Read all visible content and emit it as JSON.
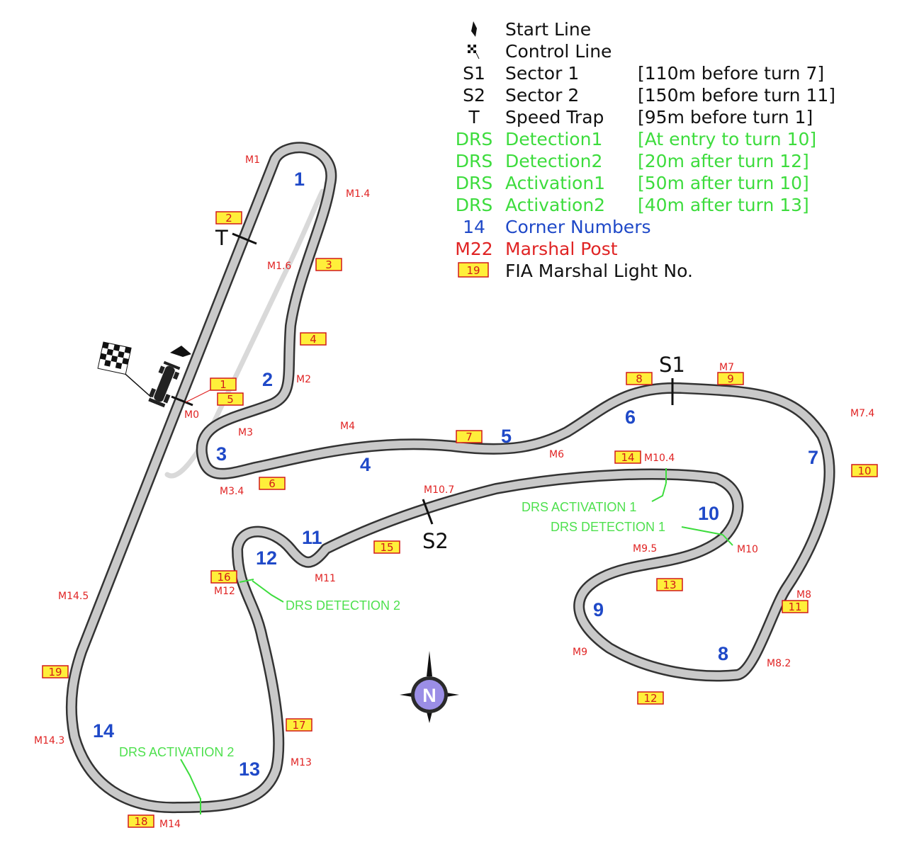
{
  "legend": [
    {
      "symbol": "",
      "icon": "start-line-icon",
      "name": "Start Line",
      "detail": "",
      "color": "#111111"
    },
    {
      "symbol": "",
      "icon": "control-line-flag-icon",
      "name": "Control Line",
      "detail": "",
      "color": "#111111"
    },
    {
      "symbol": "S1",
      "name": "Sector 1",
      "detail": "[110m before turn 7]",
      "color": "#111111"
    },
    {
      "symbol": "S2",
      "name": "Sector 2",
      "detail": "[150m before turn 11]",
      "color": "#111111"
    },
    {
      "symbol": "T",
      "name": "Speed Trap",
      "detail": "[95m before turn 1]",
      "color": "#111111"
    },
    {
      "symbol": "DRS",
      "name": "Detection1",
      "detail": "[At entry to turn 10]",
      "color": "#3ddc3d"
    },
    {
      "symbol": "DRS",
      "name": "Detection2",
      "detail": "[20m after turn 12]",
      "color": "#3ddc3d"
    },
    {
      "symbol": "DRS",
      "name": "Activation1",
      "detail": "[50m after turn 10]",
      "color": "#3ddc3d"
    },
    {
      "symbol": "DRS",
      "name": "Activation2",
      "detail": "[40m after turn 13]",
      "color": "#3ddc3d"
    },
    {
      "symbol": "14",
      "name": "Corner Numbers",
      "detail": "",
      "color": "#1f49c8"
    },
    {
      "symbol": "M22",
      "name": "Marshal Post",
      "detail": "",
      "color": "#e02424"
    },
    {
      "symbol": "19",
      "name": "FIA Marshal Light No.",
      "detail": "",
      "color": "#111111",
      "boxed": true
    }
  ],
  "corners": [
    "1",
    "2",
    "3",
    "4",
    "5",
    "6",
    "7",
    "8",
    "9",
    "10",
    "11",
    "12",
    "13",
    "14"
  ],
  "marshal_posts": [
    "M1",
    "M1.4",
    "M1.6",
    "M2",
    "M0",
    "M3",
    "M3.4",
    "M4",
    "M6",
    "M7",
    "M7.4",
    "M8",
    "M8.2",
    "M9",
    "M9.5",
    "M10",
    "M10.4",
    "M10.7",
    "M11",
    "M12",
    "M13",
    "M14",
    "M14.3",
    "M14.5"
  ],
  "lights": [
    "1",
    "2",
    "3",
    "4",
    "5",
    "6",
    "7",
    "8",
    "9",
    "10",
    "11",
    "12",
    "13",
    "14",
    "15",
    "16",
    "17",
    "18",
    "19"
  ],
  "sectors": {
    "s1": "S1",
    "s2": "S2",
    "trap": "T"
  },
  "drs_labels": {
    "activation1": "DRS ACTIVATION 1",
    "detection1": "DRS DETECTION 1",
    "detection2": "DRS DETECTION 2",
    "activation2": "DRS ACTIVATION 2"
  },
  "compass": {
    "letter": "N"
  },
  "colors": {
    "corner": "#1f49c8",
    "marshal": "#e02424",
    "drs": "#3ddc3d",
    "light_fill": "#ffef3a",
    "light_border": "#d11a1a",
    "track_edge": "#333333",
    "track_fill": "#c9c9c9",
    "compass": "#9b8ee6"
  }
}
